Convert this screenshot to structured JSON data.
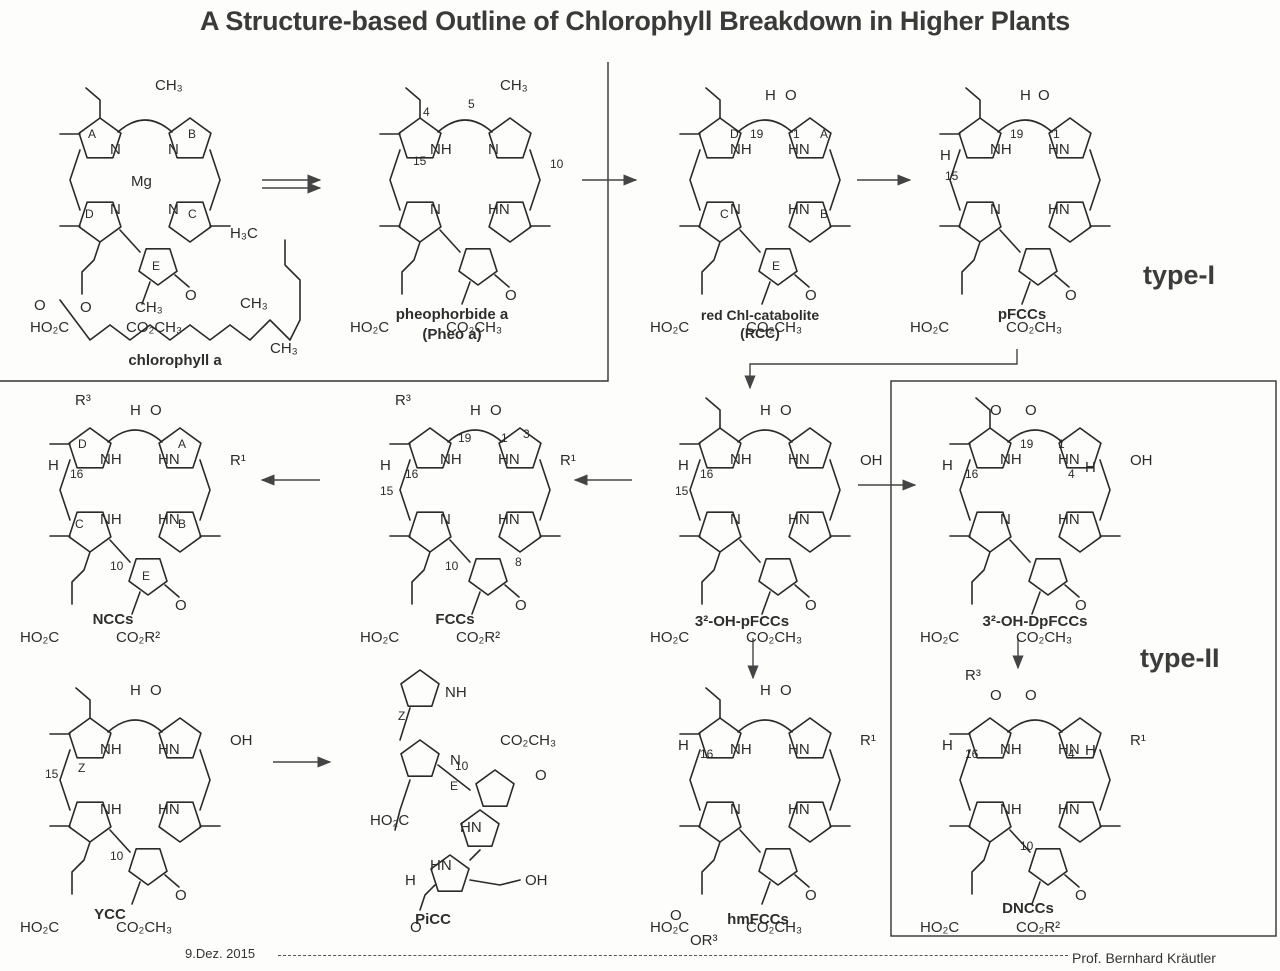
{
  "title": "A Structure-based Outline of Chlorophyll Breakdown in Higher Plants",
  "compounds": [
    {
      "id": "chl",
      "name": "chlorophyll",
      "name_italic": "a",
      "name_line2": "",
      "ring_labels": [
        "A",
        "B",
        "C",
        "D",
        "E"
      ],
      "metal": "Mg",
      "substituents": [
        "CH3",
        "CO2CH3",
        "H3C",
        "CH3",
        "CH3",
        "CH3"
      ]
    },
    {
      "id": "pheo",
      "name": "pheophorbide",
      "name_italic": "a",
      "name_line2": "(Pheo a)",
      "positions": [
        "4",
        "5",
        "10",
        "15"
      ],
      "substituents": [
        "CH3",
        "HO2C",
        "CO2CH3"
      ]
    },
    {
      "id": "rcc",
      "name": "red Chl-catabolite",
      "name_italic": "",
      "name_line2": "(RCC)",
      "ring_labels": [
        "A",
        "B",
        "C",
        "D",
        "E"
      ],
      "positions": [
        "1",
        "19"
      ],
      "substituents": [
        "HO2C",
        "CO2CH3"
      ]
    },
    {
      "id": "pfcc",
      "name": "FCCs",
      "name_prefix_italic": "p",
      "name_line2": "",
      "positions": [
        "1",
        "15",
        "19"
      ],
      "substituents": [
        "HO2C",
        "CO2CH3"
      ]
    },
    {
      "id": "ncc",
      "name": "NCCs",
      "name_line2": "",
      "ring_labels": [
        "A",
        "B",
        "C",
        "D",
        "E"
      ],
      "positions": [
        "10",
        "16"
      ],
      "substituents": [
        "R3",
        "R1",
        "HO2C",
        "CO2R2"
      ]
    },
    {
      "id": "fcc",
      "name": "FCCs",
      "name_line2": "",
      "positions": [
        "1",
        "3",
        "8",
        "10",
        "15",
        "16",
        "19"
      ],
      "substituents": [
        "R3",
        "R1",
        "HO2C",
        "CO2R2"
      ]
    },
    {
      "id": "oh-pfcc",
      "name": "-OH-",
      "name_prefix": "3",
      "name_sup": "2",
      "name_italic_p": "p",
      "name_suffix": "FCCs",
      "positions": [
        "15",
        "16"
      ],
      "substituents": [
        "OH",
        "HO2C",
        "CO2CH3"
      ]
    },
    {
      "id": "oh-dpfcc",
      "name": "-OH-D",
      "name_prefix": "3",
      "name_sup": "2",
      "name_italic_p": "p",
      "name_suffix": "FCCs",
      "positions": [
        "1",
        "4",
        "16",
        "19"
      ],
      "substituents": [
        "OH",
        "HO2C",
        "CO2CH3"
      ]
    },
    {
      "id": "ycc",
      "name": "YCC",
      "name_line2": "",
      "positions": [
        "10",
        "15",
        "Z"
      ],
      "substituents": [
        "OH",
        "HO2C",
        "CO2CH3"
      ]
    },
    {
      "id": "picc",
      "name": "PiCC",
      "name_line2": "",
      "positions": [
        "10",
        "Z",
        "E"
      ],
      "substituents": [
        "CO2CH3",
        "HO2C",
        "OH"
      ]
    },
    {
      "id": "hmfcc",
      "name": "FCCs",
      "name_prefix_italic": "hm",
      "name_line2": "",
      "positions": [
        "16"
      ],
      "substituents": [
        "R1",
        "OR3",
        "CO2CH3"
      ]
    },
    {
      "id": "dncc",
      "name": "DNCCs",
      "name_line2": "",
      "positions": [
        "4",
        "10",
        "16"
      ],
      "substituents": [
        "R3",
        "R1",
        "HO2C",
        "CO2R2"
      ]
    }
  ],
  "labels": {
    "chl": "chlorophyll a",
    "pheo_1": "pheophorbide a",
    "pheo_2": "(Pheo a)",
    "rcc_1": "red Chl-catabolite",
    "rcc_2": "(RCC)",
    "pfcc": "pFCCs",
    "ncc": "NCCs",
    "fcc": "FCCs",
    "ohpfcc": "3²-OH-pFCCs",
    "ohdpfcc": "3²-OH-DpFCCs",
    "ycc": "YCC",
    "picc": "PiCC",
    "hmfcc": "hmFCCs",
    "dncc": "DNCCs"
  },
  "groups": {
    "type_1": "type-I",
    "type_2": "type-II"
  },
  "atoms": {
    "CH3": "CH₃",
    "CO2CH3": "CO₂CH₃",
    "HO2C": "HO₂C",
    "CO2R2": "CO₂R²",
    "H3C": "H₃C",
    "N": "N",
    "NH": "NH",
    "HN": "HN",
    "Mg": "Mg",
    "O": "O",
    "H": "H",
    "OH": "OH",
    "R1": "R¹",
    "R3": "R³",
    "OR3": "OR³"
  },
  "footer": {
    "date": "9.Dez. 2015",
    "author": "Prof. Bernhard Kräutler"
  }
}
